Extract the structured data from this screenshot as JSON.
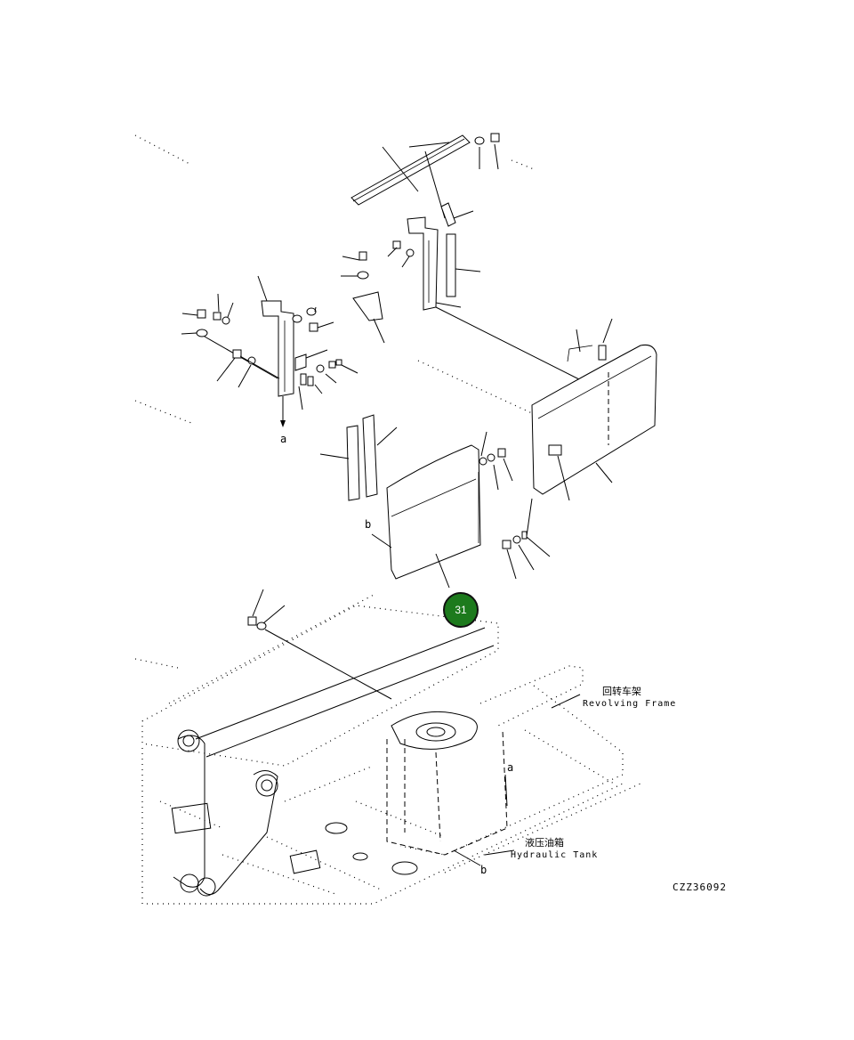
{
  "callout": {
    "number": "31",
    "color": "#1d7a1d"
  },
  "labels": {
    "revolving_frame_cn": "回转车架",
    "revolving_frame_en": "Revolving Frame",
    "hydraulic_tank_cn": "液压油箱",
    "hydraulic_tank_en": "Hydraulic Tank",
    "drawing_number": "CZZ36092"
  },
  "markers": {
    "a_upper": "a",
    "b_upper": "b",
    "a_lower": "a",
    "b_lower": "b"
  }
}
